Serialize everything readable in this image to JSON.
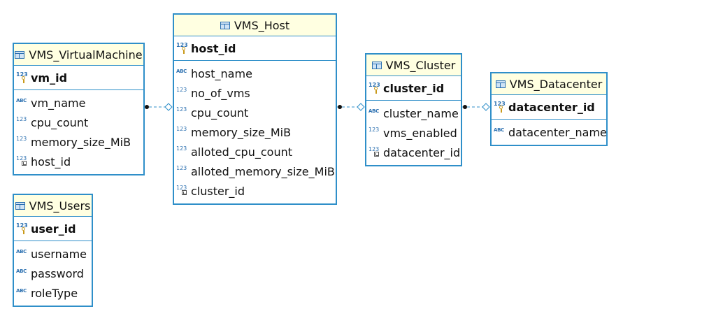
{
  "entities": {
    "vm": {
      "title": "VMS_VirtualMachine",
      "pk": {
        "name": "vm_id",
        "icon": "123-key-icon"
      },
      "columns": [
        {
          "name": "vm_name",
          "icon": "abc-icon"
        },
        {
          "name": "cpu_count",
          "icon": "123-icon"
        },
        {
          "name": "memory_size_MiB",
          "icon": "123-icon"
        },
        {
          "name": "host_id",
          "icon": "123-fk-icon"
        }
      ]
    },
    "host": {
      "title": "VMS_Host",
      "pk": {
        "name": "host_id",
        "icon": "123-key-icon"
      },
      "columns": [
        {
          "name": "host_name",
          "icon": "abc-icon"
        },
        {
          "name": "no_of_vms",
          "icon": "123-icon"
        },
        {
          "name": "cpu_count",
          "icon": "123-icon"
        },
        {
          "name": "memory_size_MiB",
          "icon": "123-icon"
        },
        {
          "name": "alloted_cpu_count",
          "icon": "123-icon"
        },
        {
          "name": "alloted_memory_size_MiB",
          "icon": "123-icon"
        },
        {
          "name": "cluster_id",
          "icon": "123-fk-icon"
        }
      ]
    },
    "cluster": {
      "title": "VMS_Cluster",
      "pk": {
        "name": "cluster_id",
        "icon": "123-key-icon"
      },
      "columns": [
        {
          "name": "cluster_name",
          "icon": "abc-icon"
        },
        {
          "name": "vms_enabled",
          "icon": "123-icon"
        },
        {
          "name": "datacenter_id",
          "icon": "123-fk-icon"
        }
      ]
    },
    "datacenter": {
      "title": "VMS_Datacenter",
      "pk": {
        "name": "datacenter_id",
        "icon": "123-key-icon"
      },
      "columns": [
        {
          "name": "datacenter_name",
          "icon": "abc-icon"
        }
      ]
    },
    "users": {
      "title": "VMS_Users",
      "pk": {
        "name": "user_id",
        "icon": "123-key-icon"
      },
      "columns": [
        {
          "name": "username",
          "icon": "abc-icon"
        },
        {
          "name": "password",
          "icon": "abc-icon"
        },
        {
          "name": "roleType",
          "icon": "abc-icon"
        }
      ]
    }
  },
  "icon_text": {
    "num": "123",
    "abc": "ABC"
  },
  "colors": {
    "border": "#2f8fc9",
    "header_bg": "#ffffe1",
    "connector": "#2f8fc9"
  },
  "relationships": [
    {
      "from": "vm",
      "to": "host"
    },
    {
      "from": "host",
      "to": "cluster"
    },
    {
      "from": "cluster",
      "to": "datacenter"
    }
  ]
}
